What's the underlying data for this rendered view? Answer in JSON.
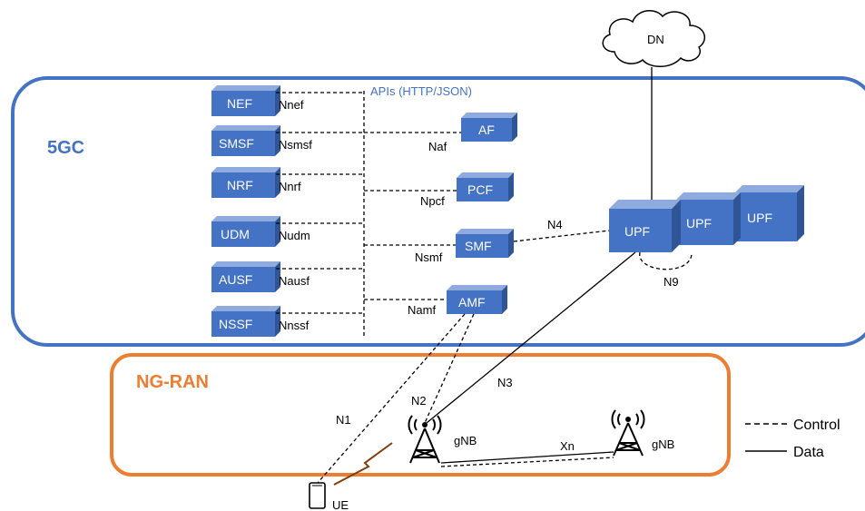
{
  "regions": {
    "core_label": "5GC",
    "ran_label": "NG-RAN",
    "api_label": "APIs (HTTP/JSON)"
  },
  "dn": {
    "label": "DN"
  },
  "nfs_left": [
    {
      "label": "NEF",
      "iface": "Nnef"
    },
    {
      "label": "SMSF",
      "iface": "Nsmsf"
    },
    {
      "label": "NRF",
      "iface": "Nnrf"
    },
    {
      "label": "UDM",
      "iface": "Nudm"
    },
    {
      "label": "AUSF",
      "iface": "Nausf"
    },
    {
      "label": "NSSF",
      "iface": "Nnssf"
    }
  ],
  "nfs_right": [
    {
      "label": "AF",
      "iface": "Naf"
    },
    {
      "label": "PCF",
      "iface": "Npcf"
    },
    {
      "label": "SMF",
      "iface": "Nsmf"
    },
    {
      "label": "AMF",
      "iface": "Namf"
    }
  ],
  "upfs": [
    "UPF",
    "UPF",
    "UPF"
  ],
  "ref_points": {
    "n1": "N1",
    "n2": "N2",
    "n3": "N3",
    "n4": "N4",
    "n9": "N9",
    "xn": "Xn"
  },
  "ran_nodes": {
    "gnb1": "gNB",
    "gnb2": "gNB",
    "ue": "UE"
  },
  "legend": {
    "control": "Control",
    "data": "Data"
  },
  "colors": {
    "core_border": "#4472c4",
    "ran_border": "#ed7d31",
    "nf_fill": "#4472c4",
    "nf_side": "#2f5597",
    "nf_top": "#8faadc",
    "radio_link": "#843c0c"
  }
}
